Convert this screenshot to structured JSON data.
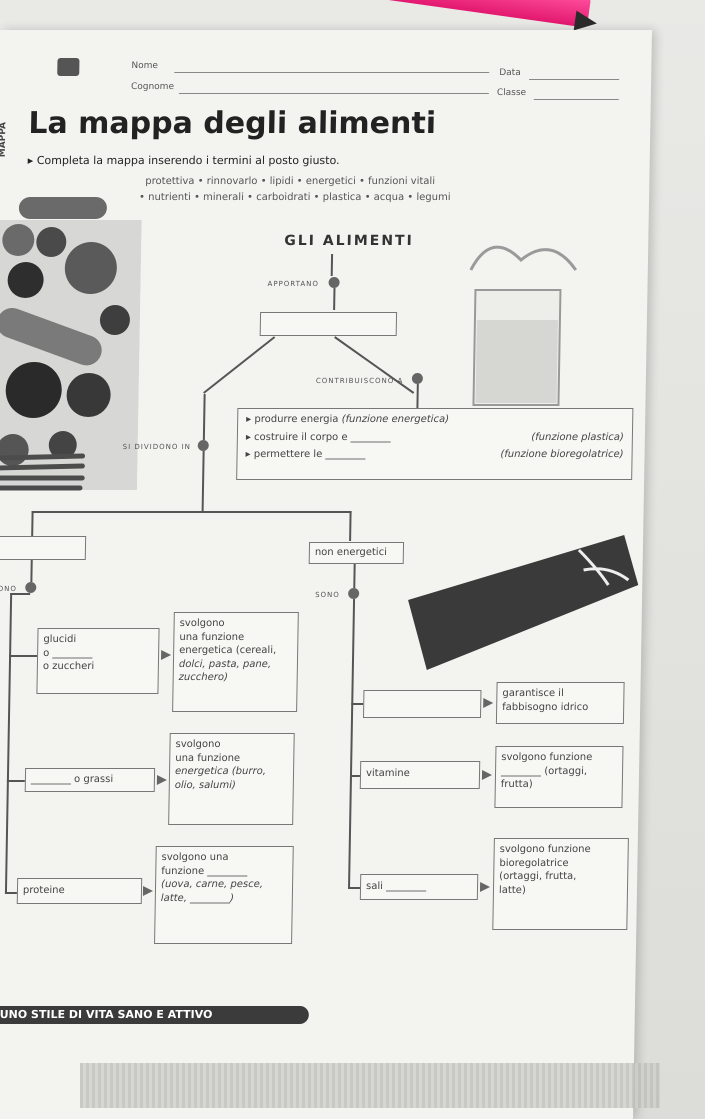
{
  "header": {
    "nome": "Nome",
    "cognome": "Cognome",
    "data": "Data",
    "classe": "Classe",
    "side_label": "MAPPA"
  },
  "title": "La mappa degli alimenti",
  "instruction": "Completa la mappa inserendo i termini al posto giusto.",
  "word_bank": {
    "line1": "protettiva • rinnovarlo • lipidi • energetici • funzioni vitali",
    "line2": "• nutrienti • minerali • carboidrati • plastica • acqua • legumi"
  },
  "map": {
    "title": "GLI ALIMENTI",
    "apportano": "APPORTANO",
    "contribuiscono": "CONTRIBUISCONO A",
    "si_dividono": "SI DIVIDONO IN",
    "functions": [
      {
        "text": "produrre energia",
        "note": "(funzione energetica)"
      },
      {
        "text": "costruire il corpo e ________",
        "note": "(funzione plastica)"
      },
      {
        "text": "permettere le ________",
        "note": "(funzione bioregolatrice)"
      }
    ],
    "non_energetici": "non energetici",
    "sono_left": "SONO",
    "sono_right": "SONO",
    "glucidi": {
      "line1": "glucidi",
      "line2": "o ________",
      "line3": "o zuccheri"
    },
    "glucidi_func": {
      "line1": "svolgono",
      "line2": "una funzione",
      "line3": "energetica (cereali,",
      "line4": "dolci, pasta, pane,",
      "line5": "zucchero)"
    },
    "grassi": "________ o grassi",
    "grassi_func": {
      "line1": "svolgono",
      "line2": "una funzione",
      "line3": "energetica (burro,",
      "line4": "olio, salumi)"
    },
    "proteine": "proteine",
    "proteine_func": {
      "line1": "svolgono una",
      "line2": "funzione ________",
      "line3": "(uova, carne, pesce,",
      "line4": "latte, ________)"
    },
    "acqua_func": {
      "line1": "garantisce il",
      "line2": "fabbisogno idrico"
    },
    "vitamine": "vitamine",
    "vitamine_func": {
      "line1": "svolgono funzione",
      "line2": "________ (ortaggi,",
      "line3": "frutta)"
    },
    "sali": "sali ________",
    "sali_func": {
      "line1": "svolgono funzione",
      "line2": "bioregolatrice",
      "line3": "(ortaggi, frutta,",
      "line4": "latte)"
    }
  },
  "footer": "• UNO STILE DI VITA SANO E ATTIVO"
}
